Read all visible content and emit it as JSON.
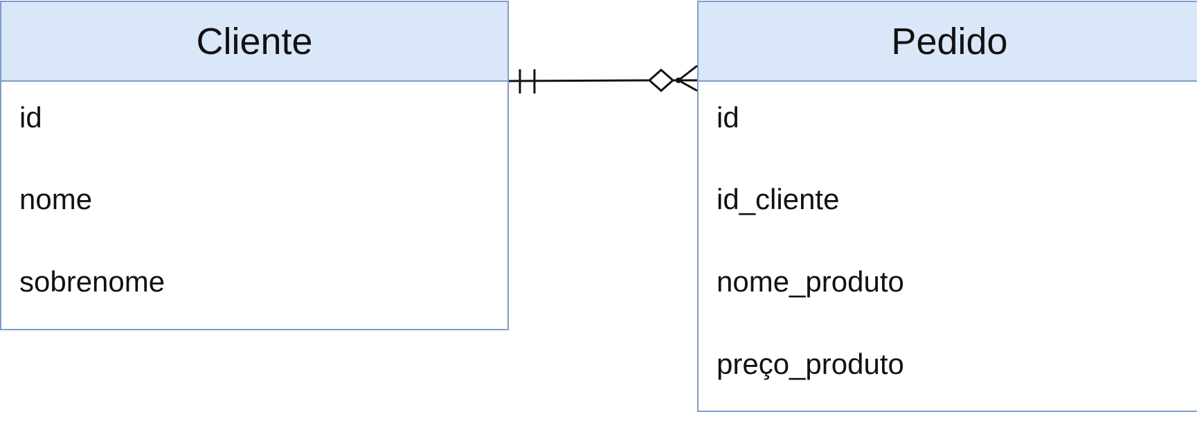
{
  "entities": {
    "cliente": {
      "name": "Cliente",
      "attributes": [
        "id",
        "nome",
        "sobrenome"
      ]
    },
    "pedido": {
      "name": "Pedido",
      "attributes": [
        "id",
        "id_cliente",
        "nome_produto",
        "preço_produto"
      ]
    }
  },
  "relationship": {
    "from": "Cliente",
    "to": "Pedido",
    "from_cardinality": "one-and-only-one",
    "to_cardinality": "zero-or-many"
  },
  "colors": {
    "header_fill": "#dae7f8",
    "border": "#7f9ccb",
    "line": "#111111"
  }
}
